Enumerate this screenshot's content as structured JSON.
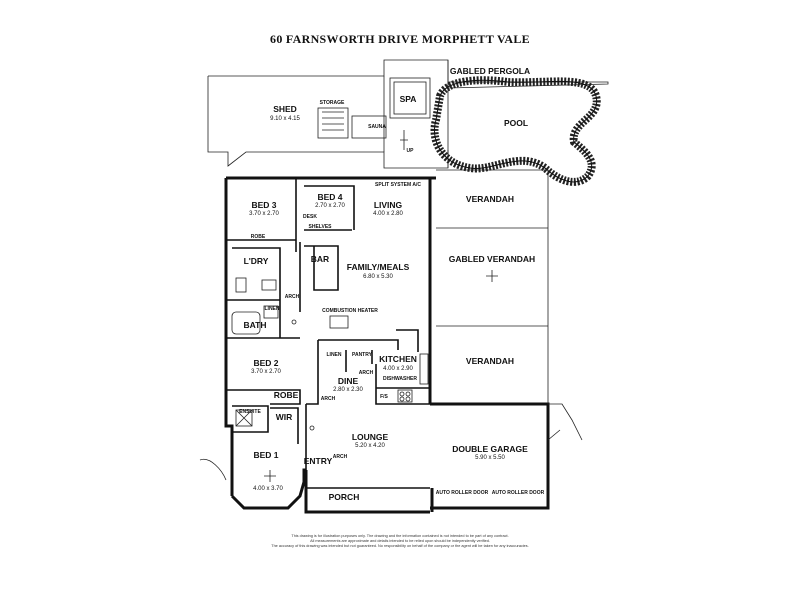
{
  "title": "60 FARNSWORTH DRIVE MORPHETT VALE",
  "rooms": {
    "shed": {
      "name": "SHED",
      "dims": "9.10 x 4.15"
    },
    "storage": "STORAGE",
    "spa": "SPA",
    "sauna": "SAUNA",
    "up": "UP",
    "gabled_pergola": "GABLED PERGOLA",
    "pool": "POOL",
    "bed3": {
      "name": "BED 3",
      "dims": "3.70 x 2.70"
    },
    "bed4": {
      "name": "BED 4",
      "dims": "2.70 x 2.70"
    },
    "living": {
      "name": "LIVING",
      "dims": "4.00 x 2.80"
    },
    "split_system": "SPLIT SYSTEM A/C",
    "desk": "DESK",
    "shelves": "SHELVES",
    "robe_top": "ROBE",
    "ldry": "L'DRY",
    "bar": "BAR",
    "arch1": "ARCH",
    "linen": "LINEN",
    "bath": "BATH",
    "family_meals": {
      "name": "FAMILY/MEALS",
      "dims": "6.80 x 5.30"
    },
    "combustion_heater": "COMBUSTION HEATER",
    "linen2": "LINEN",
    "pantry": "PANTRY",
    "kitchen": {
      "name": "KITCHEN",
      "dims": "4.00 x 2.90"
    },
    "dishwasher": "DISHWASHER",
    "arch2": "ARCH",
    "bed2": {
      "name": "BED 2",
      "dims": "3.70 x 2.70"
    },
    "dine": {
      "name": "DINE",
      "dims": "2.80 x 2.30"
    },
    "fs": "F/S",
    "arch3": "ARCH",
    "robe_bottom": "ROBE",
    "ensuite": "ENSUITE",
    "wir": "WIR",
    "lounge": {
      "name": "LOUNGE",
      "dims": "5.20 x 4.20"
    },
    "arch4": "ARCH",
    "bed1": {
      "name": "BED 1",
      "dims": "4.00 x 3.70"
    },
    "entry": "ENTRY",
    "porch": "PORCH",
    "verandah_top": "VERANDAH",
    "gabled_verandah": "GABLED VERANDAH",
    "verandah_bottom": "VERANDAH",
    "double_garage": {
      "name": "DOUBLE GARAGE",
      "dims": "5.90 x 5.50"
    },
    "auto_roller_1": "AUTO ROLLER DOOR",
    "auto_roller_2": "AUTO ROLLER DOOR"
  },
  "disclaimer": [
    "This drawing is for illustration purposes only. The drawing and the information contained is not intended to be part of any contract.",
    "All measurements are approximate and details intended to be relied upon should be independently verified.",
    "The accuracy of this drawing was intended but not guaranteed. No responsibility on behalf of the company or the agent will be taken for any inaccuracies."
  ]
}
